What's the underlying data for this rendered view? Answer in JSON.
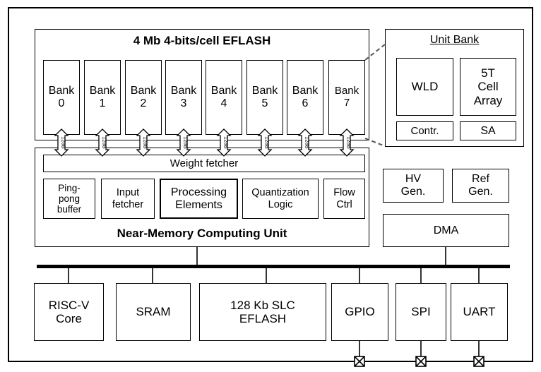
{
  "eflash": {
    "title": "4 Mb 4-bits/cell EFLASH",
    "banks": [
      "Bank\n0",
      "Bank\n1",
      "Bank\n2",
      "Bank\n3",
      "Bank\n4",
      "Bank\n5",
      "Bank\n6",
      "Bank\n7"
    ],
    "bus_label": "128B"
  },
  "unit_bank": {
    "title": "Unit Bank",
    "wld": "WLD",
    "cell_array": "5T\nCell\nArray",
    "contr": "Contr.",
    "sa": "SA"
  },
  "nmcu": {
    "title": "Near-Memory Computing Unit",
    "weight_fetcher": "Weight fetcher",
    "blocks": [
      "Ping-\npong\nbuffer",
      "Input\nfetcher",
      "Processing\nElements",
      "Quantization\nLogic",
      "Flow\nCtrl"
    ]
  },
  "aux": {
    "hv_gen": "HV\nGen.",
    "ref_gen": "Ref\nGen.",
    "dma": "DMA"
  },
  "peripherals": [
    "RISC-V\nCore",
    "SRAM",
    "128 Kb SLC\nEFLASH",
    "GPIO",
    "SPI",
    "UART"
  ]
}
